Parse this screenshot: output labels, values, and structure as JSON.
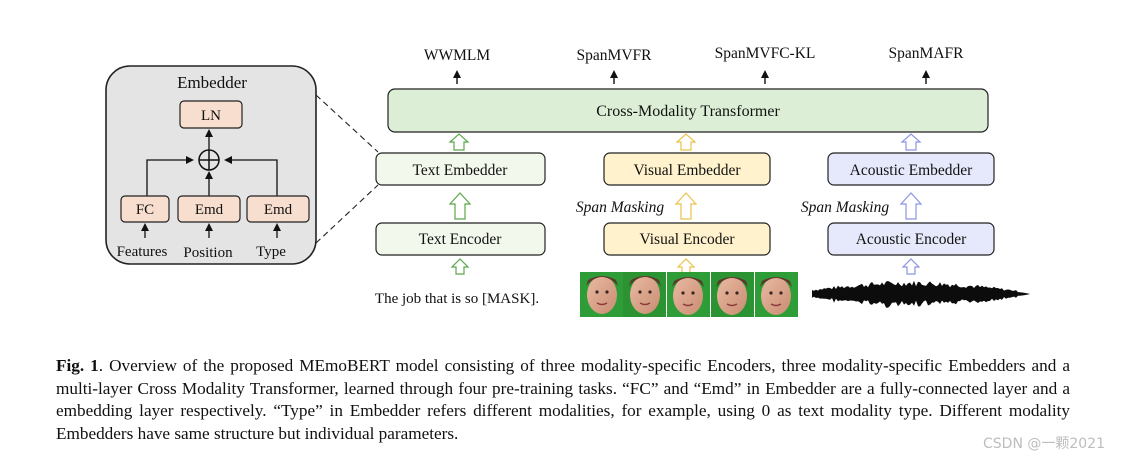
{
  "embedder": {
    "title": "Embedder",
    "ln": "LN",
    "boxes": [
      "FC",
      "Emd",
      "Emd"
    ],
    "inputs": [
      "Features",
      "Position",
      "Type"
    ]
  },
  "tasks": [
    "WWMLM",
    "SpanMVFR",
    "SpanMVFC-KL",
    "SpanMAFR"
  ],
  "transformer": "Cross-Modality Transformer",
  "embedders": [
    "Text Embedder",
    "Visual Embedder",
    "Acoustic Embedder"
  ],
  "encoders": [
    "Text Encoder",
    "Visual Encoder",
    "Acoustic Encoder"
  ],
  "span_masking": "Span Masking",
  "text_input": "The job that is so [MASK].",
  "caption": {
    "label": "Fig. 1",
    "text": ". Overview of the proposed MEmoBERT model consisting of three modality-specific Encoders, three modality-specific Embedders and a multi-layer Cross Modality Transformer, learned through four pre-training tasks. “FC” and “Emd” in Embedder are a fully-connected layer and a embedding layer respectively. “Type” in Embedder refers different modalities, for example, using 0 as text modality type. Different modality Embedders have same structure but individual parameters."
  },
  "watermark": "CSDN @一颗2021",
  "colors": {
    "text": "#f3f8ec",
    "visual": "#fff2cc",
    "acoustic": "#e6e9fb",
    "transformer": "#dcefd6",
    "embedder_panel": "#e4e4e4",
    "embedder_box": "#f8dece",
    "arrow_text": "#5aa84a",
    "arrow_visual": "#e9c24a",
    "arrow_acoustic": "#8c95e3"
  }
}
